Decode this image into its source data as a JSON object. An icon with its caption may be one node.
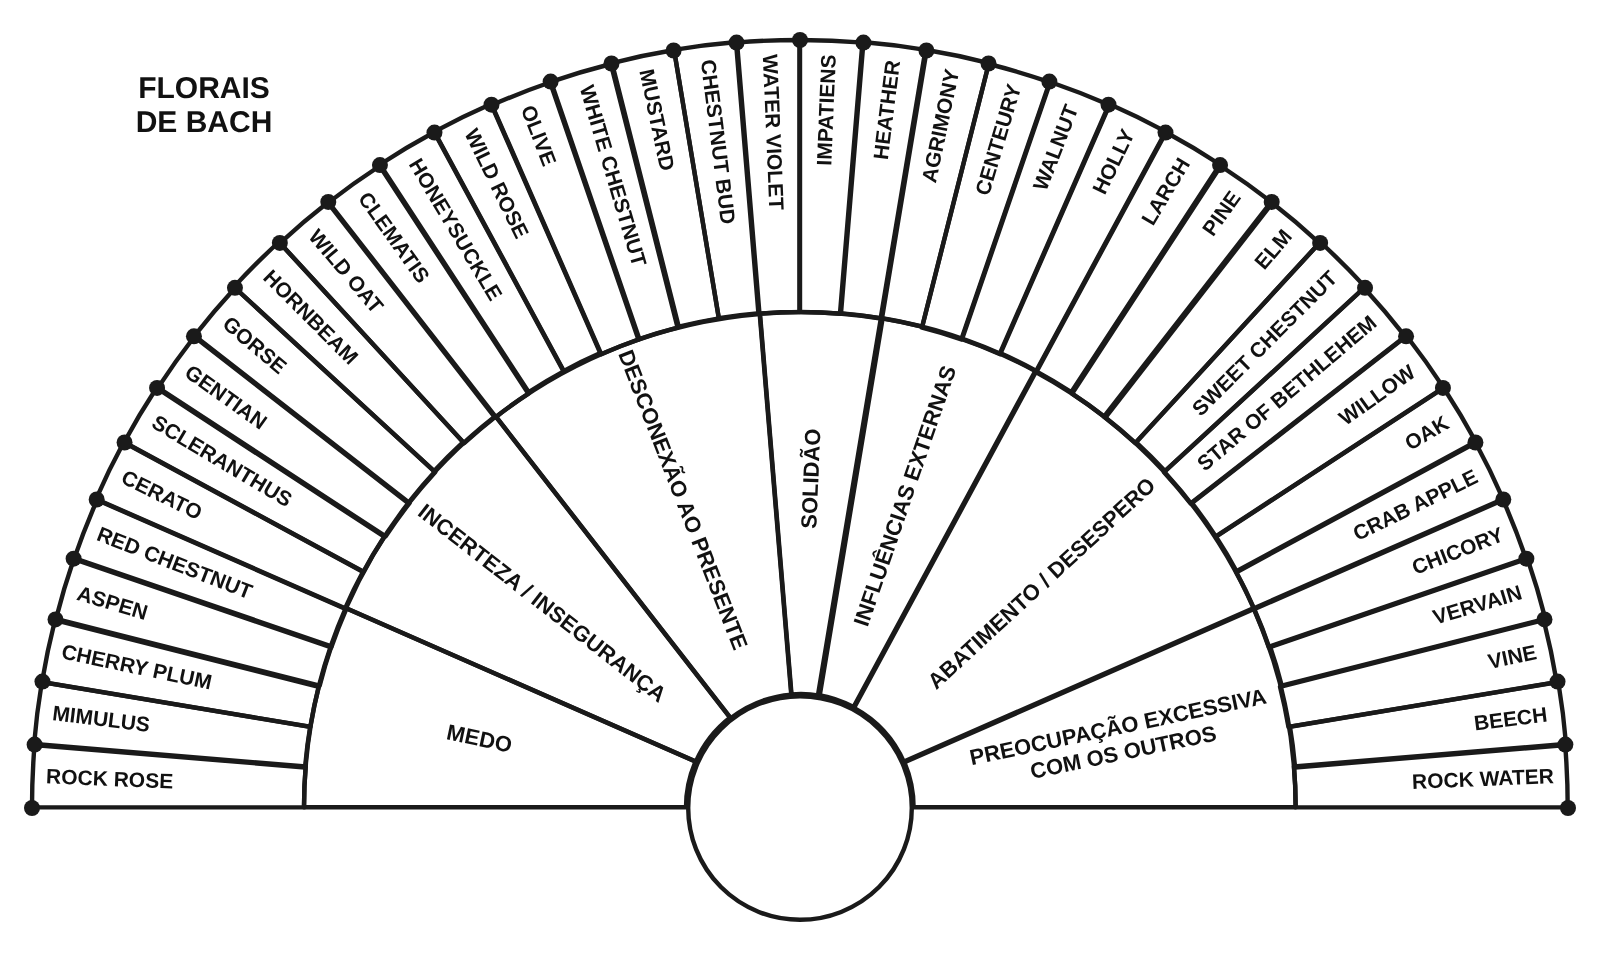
{
  "diagram": {
    "title": "FLORAIS DE BACH",
    "nodes": [
      {
        "text": [
          "MEDO"
        ]
      },
      {
        "text": [
          "INCERTEZA / INSEGURANÇA"
        ]
      },
      {
        "text": [
          "DESCONEXÃO AO PRESENTE"
        ]
      },
      {
        "text": [
          "SOLIDÃO"
        ]
      },
      {
        "text": [
          "INFLUÊNCIAS EXTERNAS"
        ]
      },
      {
        "text": [
          "ABATIMENTO / DESESPERO"
        ]
      },
      {
        "text": [
          "PREOCUPAÇÃO EXCESSIVA COM OS OUTROS"
        ]
      },
      {
        "text": [
          "ROCK ROSE"
        ]
      },
      {
        "text": [
          "MIMULUS"
        ]
      },
      {
        "text": [
          "CHERRY PLUM"
        ]
      },
      {
        "text": [
          "ASPEN"
        ]
      },
      {
        "text": [
          "RED CHESTNUT"
        ]
      },
      {
        "text": [
          "CERATO"
        ]
      },
      {
        "text": [
          "SCLERANTHUS"
        ]
      },
      {
        "text": [
          "GENTIAN"
        ]
      },
      {
        "text": [
          "GORSE"
        ]
      },
      {
        "text": [
          "HORNBEAM"
        ]
      },
      {
        "text": [
          "WILD OAT"
        ]
      },
      {
        "text": [
          "CLEMATIS"
        ]
      },
      {
        "text": [
          "HONEYSUCKLE"
        ]
      },
      {
        "text": [
          "WILD ROSE"
        ]
      },
      {
        "text": [
          "OLIVE"
        ]
      },
      {
        "text": [
          "WHITE CHESTNUT"
        ]
      },
      {
        "text": [
          "MUSTARD"
        ]
      },
      {
        "text": [
          "CHESTNUT BUD"
        ]
      },
      {
        "text": [
          "WATER VIOLET"
        ]
      },
      {
        "text": [
          "IMPATIENS"
        ]
      },
      {
        "text": [
          "HEATHER"
        ]
      },
      {
        "text": [
          "AGRIMONY"
        ]
      },
      {
        "text": [
          "CENTEURY"
        ]
      },
      {
        "text": [
          "WALNUT"
        ]
      },
      {
        "text": [
          "HOLLY"
        ]
      },
      {
        "text": [
          "LARCH"
        ]
      },
      {
        "text": [
          "PINE"
        ]
      },
      {
        "text": [
          "ELM"
        ]
      },
      {
        "text": [
          "SWEET CHESTNUT"
        ]
      },
      {
        "text": [
          "STAR OF BETHLEHEM"
        ]
      },
      {
        "text": [
          "WILLOW"
        ]
      },
      {
        "text": [
          "OAK"
        ]
      },
      {
        "text": [
          "CRAB APPLE"
        ]
      },
      {
        "text": [
          "CHICORY"
        ]
      },
      {
        "text": [
          "VERVAIN"
        ]
      },
      {
        "text": [
          "VINE"
        ]
      },
      {
        "text": [
          "BEECH"
        ]
      },
      {
        "text": [
          "ROCK WATER"
        ]
      },
      {
        "text": [],
        "shape": "circle"
      }
    ],
    "edges": []
  }
}
